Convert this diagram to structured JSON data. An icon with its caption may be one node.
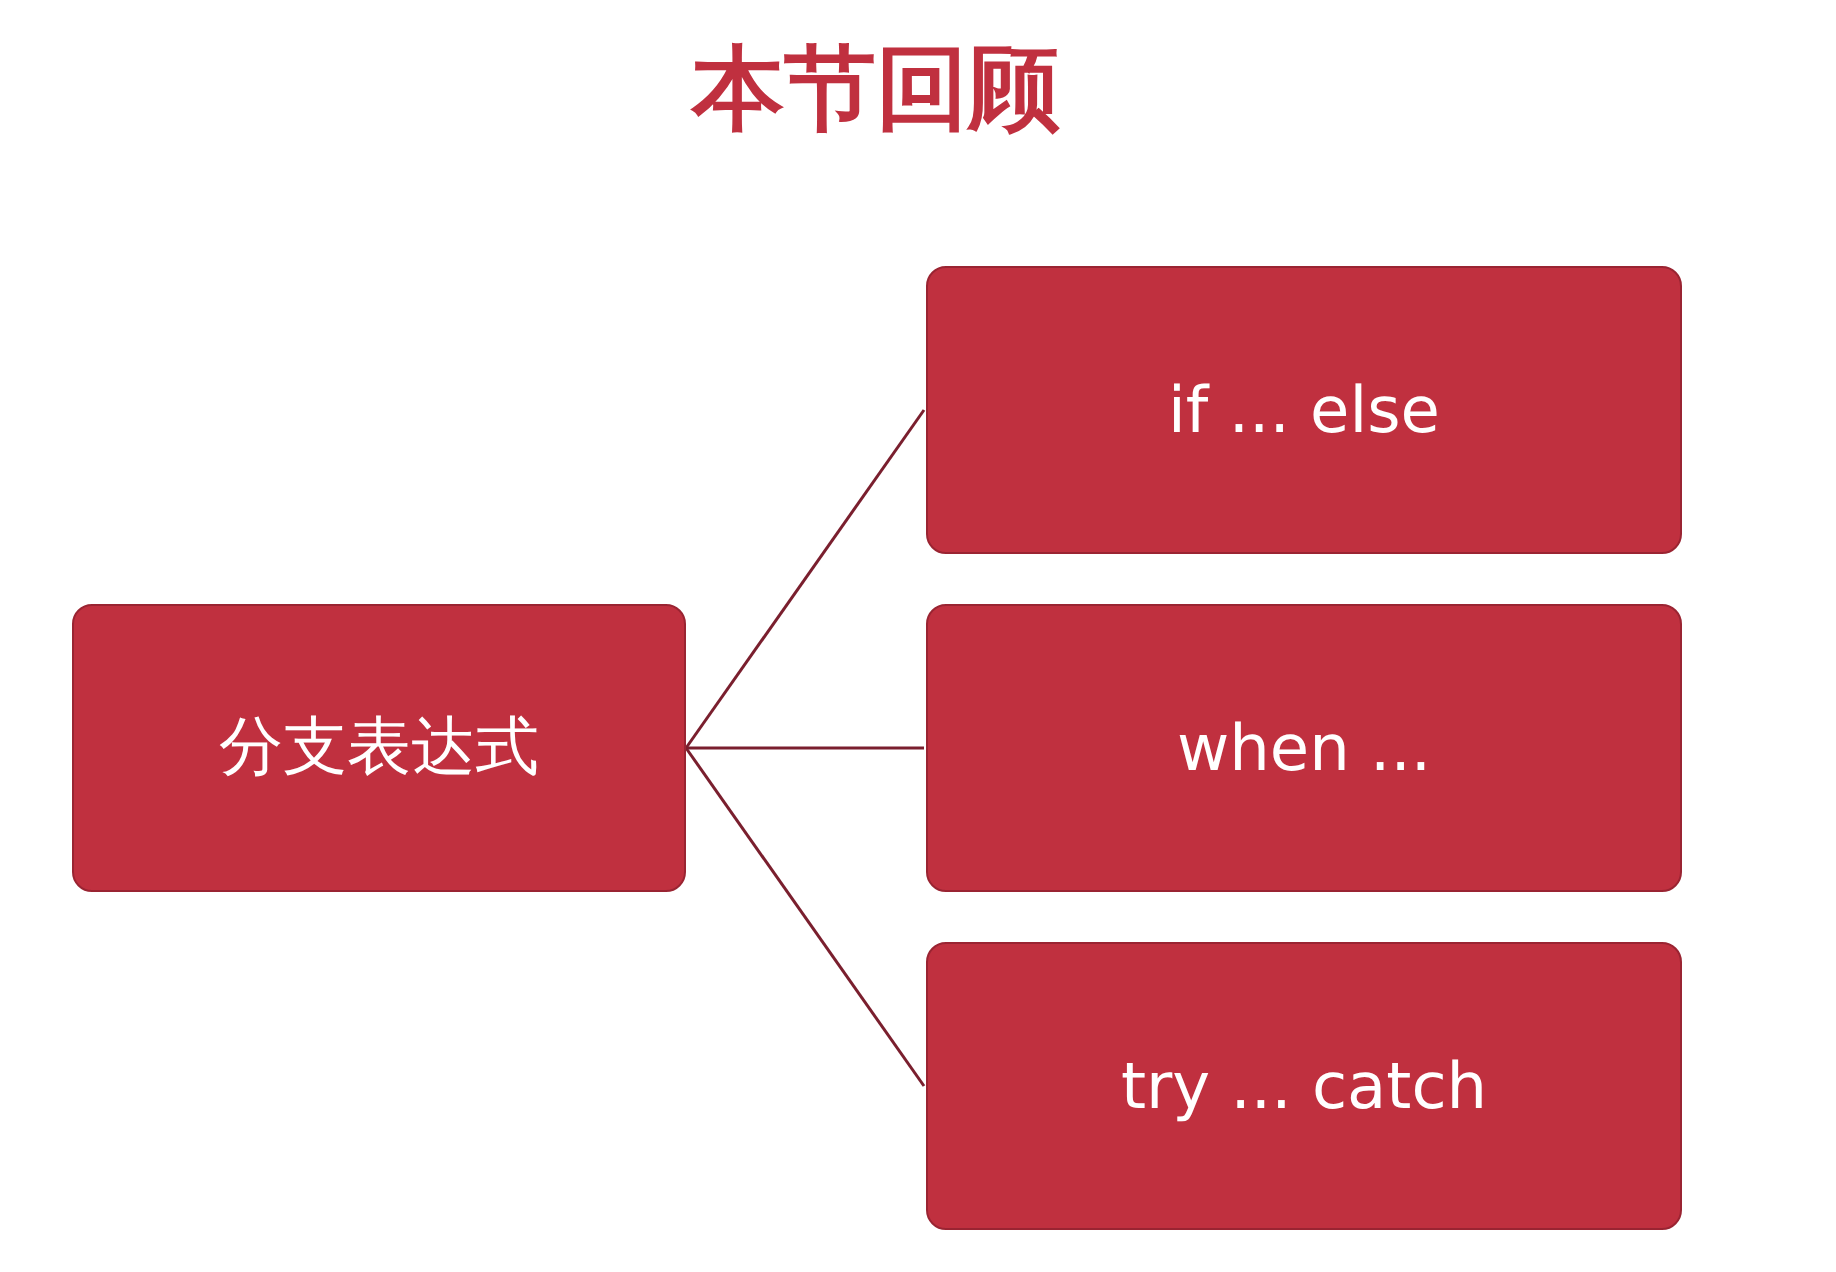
{
  "diagram": {
    "title": "本节回顾",
    "nodes": [
      {
        "text": [
          "分支表达式"
        ]
      },
      {
        "text": [
          "if ... else"
        ]
      },
      {
        "text": [
          "when ..."
        ]
      },
      {
        "text": [
          "try ... catch"
        ]
      }
    ],
    "edges": [
      {
        "from": 0,
        "to": 1,
        "arrow": "none"
      },
      {
        "from": 0,
        "to": 2,
        "arrow": "none"
      },
      {
        "from": 0,
        "to": 3,
        "arrow": "none"
      }
    ]
  }
}
